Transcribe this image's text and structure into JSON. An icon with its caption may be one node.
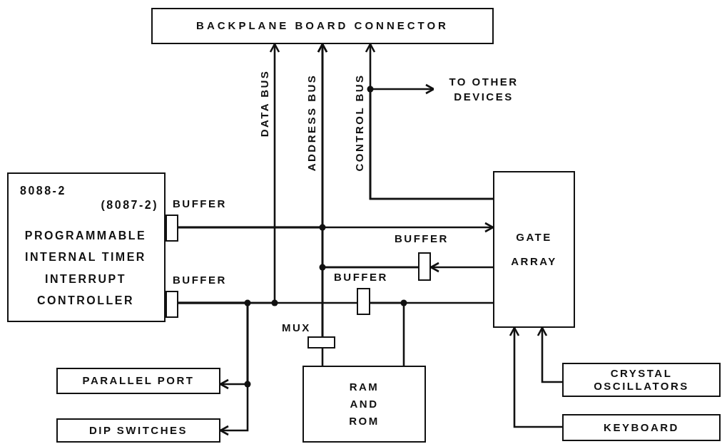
{
  "diagram": {
    "nodes": [
      {
        "text": [
          "BACKPLANE BOARD CONNECTOR"
        ]
      },
      {
        "text": [
          "8088-2",
          "(8087-2)",
          "PROGRAMMABLE INTERNAL TIMER INTERRUPT CONTROLLER"
        ]
      },
      {
        "text": [],
        "shape": "box",
        "beside": [
          "BUFFER"
        ]
      },
      {
        "text": [],
        "shape": "box",
        "beside": [
          "BUFFER"
        ]
      },
      {
        "text": [
          "GATE ARRAY"
        ]
      },
      {
        "text": [],
        "shape": "box",
        "beside": [
          "BUFFER"
        ]
      },
      {
        "text": [],
        "shape": "box",
        "beside": [
          "BUFFER"
        ]
      },
      {
        "text": [],
        "shape": "box",
        "beside": [
          "MUX"
        ]
      },
      {
        "text": [
          "RAM AND ROM"
        ]
      },
      {
        "text": [
          "PARALLEL PORT"
        ]
      },
      {
        "text": [
          "DIP SWITCHES"
        ]
      },
      {
        "text": [
          "CRYSTAL OSCILLATORS"
        ]
      },
      {
        "text": [
          "KEYBOARD"
        ]
      },
      {
        "text": [
          "TO OTHER DEVICES"
        ]
      }
    ],
    "edges": [
      {
        "from": 3,
        "to": 0,
        "arrow": "to",
        "label": "DATA BUS"
      },
      {
        "from": 3,
        "to": 6,
        "arrow": "none"
      },
      {
        "from": 6,
        "to": 4,
        "arrow": "none"
      },
      {
        "from": 6,
        "to": 8,
        "arrow": "none"
      },
      {
        "from": 3,
        "to": 9,
        "arrow": "to"
      },
      {
        "from": 3,
        "to": 10,
        "arrow": "to"
      },
      {
        "from": 2,
        "to": 4,
        "arrow": "to"
      },
      {
        "from": 2,
        "to": 0,
        "arrow": "to",
        "label": "ADDRESS BUS"
      },
      {
        "from": 2,
        "to": 7,
        "arrow": "none"
      },
      {
        "from": 4,
        "to": 5,
        "arrow": "to"
      },
      {
        "from": 5,
        "to": 0,
        "arrow": "to"
      },
      {
        "from": 5,
        "to": 7,
        "arrow": "none"
      },
      {
        "from": 7,
        "to": 8,
        "arrow": "none"
      },
      {
        "from": 4,
        "to": 0,
        "arrow": "to",
        "label": "CONTROL BUS"
      },
      {
        "from": 4,
        "to": 13,
        "arrow": "to"
      },
      {
        "from": 11,
        "to": 4,
        "arrow": "to"
      },
      {
        "from": 12,
        "to": 4,
        "arrow": "to"
      }
    ]
  }
}
